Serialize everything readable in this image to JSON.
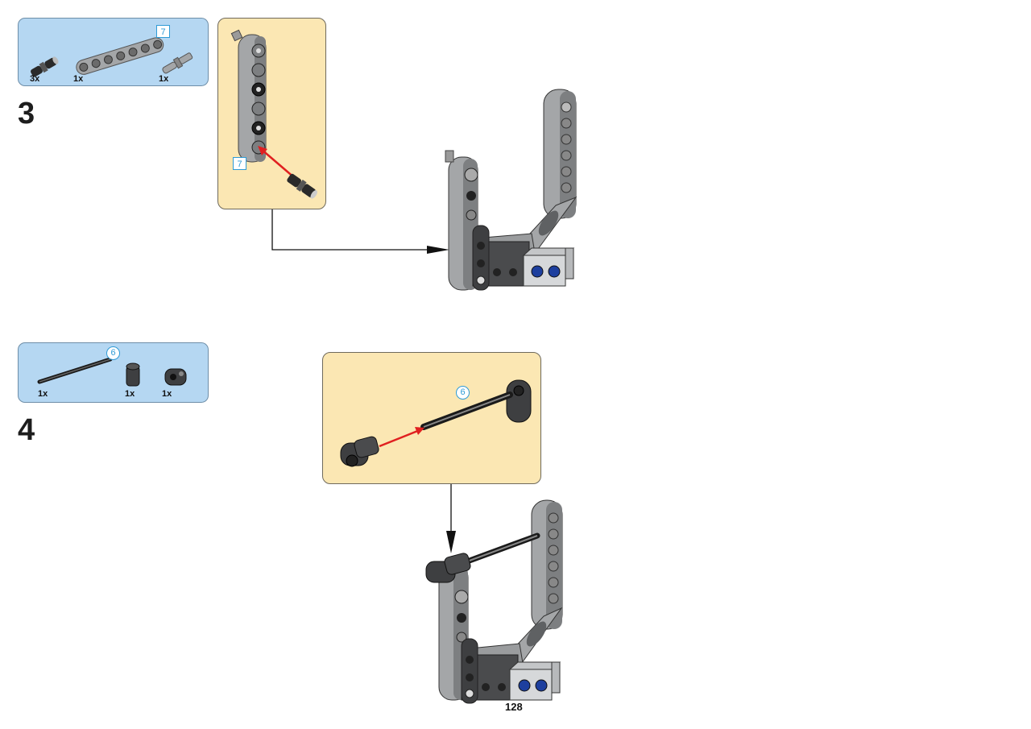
{
  "page": {
    "number": "128"
  },
  "steps": [
    {
      "number": "3",
      "parts": [
        {
          "qty": "3x",
          "name": "friction-pin"
        },
        {
          "qty": "1x",
          "name": "beam-7",
          "length": "7"
        },
        {
          "qty": "1x",
          "name": "axle-pin"
        }
      ],
      "callout": {
        "length_label": "7"
      }
    },
    {
      "number": "4",
      "parts": [
        {
          "qty": "1x",
          "name": "axle-6",
          "length": "6"
        },
        {
          "qty": "1x",
          "name": "axle-connector"
        },
        {
          "qty": "1x",
          "name": "cross-block"
        }
      ],
      "callout": {
        "length_label": "6"
      }
    }
  ],
  "colors": {
    "parts_box": "#b5d7f2",
    "callout": "#fbe7b3",
    "length_indicator": "#2e9bd6",
    "insert_arrow": "#e02020",
    "light_gray_part": "#a4a6a8",
    "dark_gray_part": "#4a4b4d",
    "blue_pin": "#1d3f9e"
  }
}
